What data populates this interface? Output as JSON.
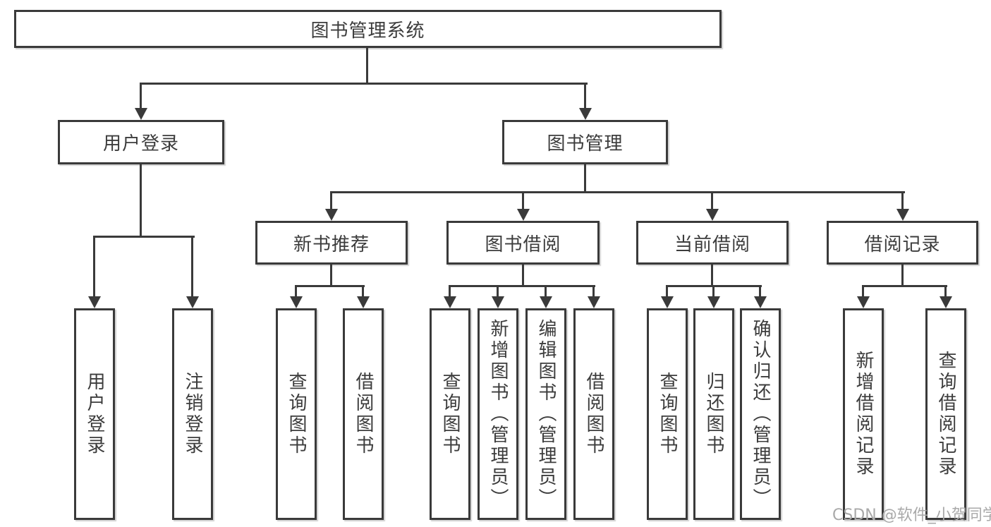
{
  "diagram": {
    "type": "tree",
    "colors": {
      "background": "#ffffff",
      "box_fill": "#ffffff",
      "box_border": "#3a3a3a",
      "connector_line": "#3a3a3a",
      "text": "#3c3c3c",
      "watermark": "#a9a9a9"
    },
    "nodes": {
      "root": {
        "label": "图书管理系统"
      },
      "level2": [
        {
          "label": "用户登录",
          "parent": "图书管理系统"
        },
        {
          "label": "图书管理",
          "parent": "图书管理系统"
        }
      ],
      "level3": [
        {
          "label": "新书推荐",
          "parent": "图书管理"
        },
        {
          "label": "图书借阅",
          "parent": "图书管理"
        },
        {
          "label": "当前借阅",
          "parent": "图书管理"
        },
        {
          "label": "借阅记录",
          "parent": "图书管理"
        }
      ],
      "leaves": [
        {
          "label": "用户登录",
          "parent": "用户登录"
        },
        {
          "label": "注销登录",
          "parent": "用户登录"
        },
        {
          "label": "查询图书",
          "parent": "新书推荐"
        },
        {
          "label": "借阅图书",
          "parent": "新书推荐"
        },
        {
          "label": "查询图书",
          "parent": "图书借阅"
        },
        {
          "label": "新增图书（管理员）",
          "parent": "图书借阅"
        },
        {
          "label": "编辑图书（管理员）",
          "parent": "图书借阅"
        },
        {
          "label": "借阅图书",
          "parent": "图书借阅"
        },
        {
          "label": "查询图书",
          "parent": "当前借阅"
        },
        {
          "label": "归还图书",
          "parent": "当前借阅"
        },
        {
          "label": "确认归还（管理员）",
          "parent": "当前借阅"
        },
        {
          "label": "新增借阅记录",
          "parent": "借阅记录"
        },
        {
          "label": "查询借阅记录",
          "parent": "借阅记录"
        }
      ]
    },
    "watermark": {
      "text": "CSDN @软件_小贺同学"
    }
  }
}
